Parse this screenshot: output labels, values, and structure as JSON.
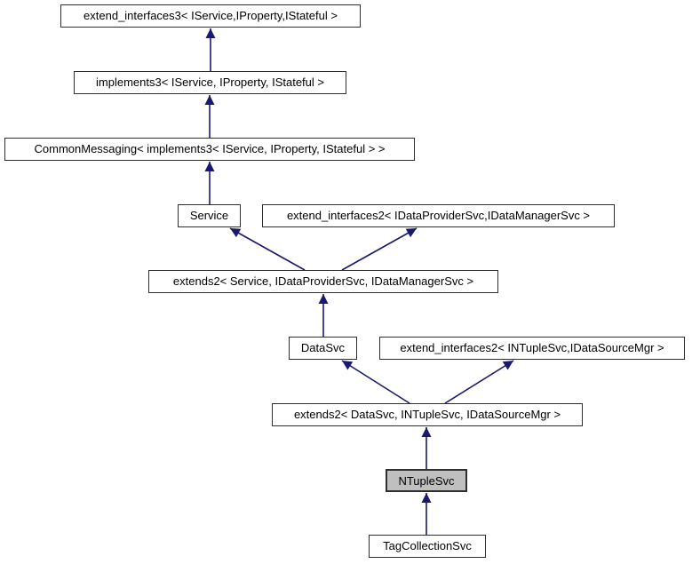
{
  "diagram": {
    "kind": "class-inheritance-graph",
    "colors": {
      "background": "#ffffff",
      "node_border": "#2e2e2e",
      "node_fill": "#ffffff",
      "highlight_fill": "#bfbfbf",
      "arrow": "#191970",
      "text": "#000000"
    },
    "nodes": [
      {
        "label": "extend_interfaces3< IService,IProperty,IStateful >"
      },
      {
        "label": "implements3< IService, IProperty, IStateful >"
      },
      {
        "label": "CommonMessaging< implements3< IService, IProperty, IStateful > >"
      },
      {
        "label": "Service"
      },
      {
        "label": "extend_interfaces2< IDataProviderSvc,IDataManagerSvc >"
      },
      {
        "label": "extends2< Service, IDataProviderSvc, IDataManagerSvc >"
      },
      {
        "label": "DataSvc"
      },
      {
        "label": "extend_interfaces2< INTupleSvc,IDataSourceMgr >"
      },
      {
        "label": "extends2< DataSvc, INTupleSvc, IDataSourceMgr >"
      },
      {
        "label": "NTupleSvc",
        "highlighted": true
      },
      {
        "label": "TagCollectionSvc"
      }
    ],
    "edges": [
      {
        "from": "implements3< IService, IProperty, IStateful >",
        "to": "extend_interfaces3< IService,IProperty,IStateful >",
        "relation": "inherits"
      },
      {
        "from": "CommonMessaging< implements3< IService, IProperty, IStateful > >",
        "to": "implements3< IService, IProperty, IStateful >",
        "relation": "inherits"
      },
      {
        "from": "Service",
        "to": "CommonMessaging< implements3< IService, IProperty, IStateful > >",
        "relation": "inherits"
      },
      {
        "from": "extends2< Service, IDataProviderSvc, IDataManagerSvc >",
        "to": "Service",
        "relation": "inherits"
      },
      {
        "from": "extends2< Service, IDataProviderSvc, IDataManagerSvc >",
        "to": "extend_interfaces2< IDataProviderSvc,IDataManagerSvc >",
        "relation": "inherits"
      },
      {
        "from": "DataSvc",
        "to": "extends2< Service, IDataProviderSvc, IDataManagerSvc >",
        "relation": "inherits"
      },
      {
        "from": "extends2< DataSvc, INTupleSvc, IDataSourceMgr >",
        "to": "DataSvc",
        "relation": "inherits"
      },
      {
        "from": "extends2< DataSvc, INTupleSvc, IDataSourceMgr >",
        "to": "extend_interfaces2< INTupleSvc,IDataSourceMgr >",
        "relation": "inherits"
      },
      {
        "from": "NTupleSvc",
        "to": "extends2< DataSvc, INTupleSvc, IDataSourceMgr >",
        "relation": "inherits"
      },
      {
        "from": "TagCollectionSvc",
        "to": "NTupleSvc",
        "relation": "inherits"
      }
    ]
  }
}
